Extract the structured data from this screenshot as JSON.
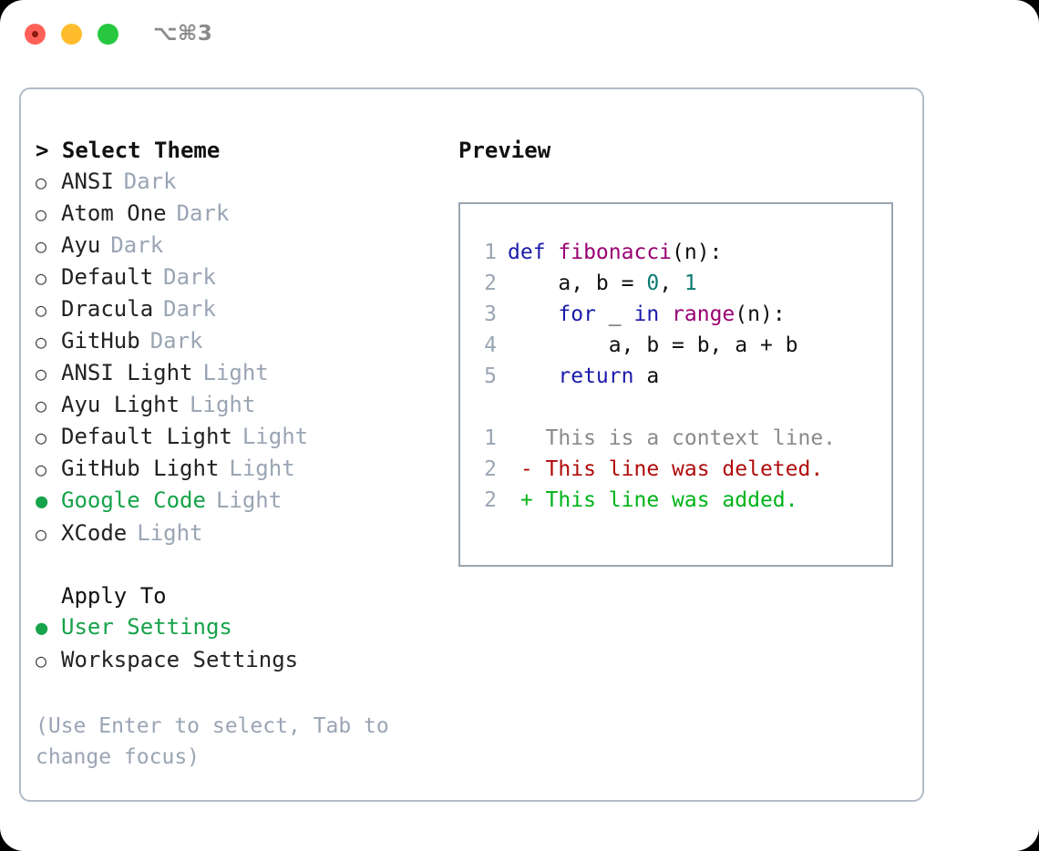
{
  "window": {
    "shortcut": "⌥⌘3",
    "traffic_lights": [
      "close-button",
      "minimize-button",
      "maximize-button"
    ]
  },
  "theme_picker": {
    "heading": "> Select Theme",
    "options": [
      {
        "bullet": "○",
        "label": "ANSI",
        "badge": "Dark",
        "selected": false
      },
      {
        "bullet": "○",
        "label": "Atom One",
        "badge": "Dark",
        "selected": false
      },
      {
        "bullet": "○",
        "label": "Ayu",
        "badge": "Dark",
        "selected": false
      },
      {
        "bullet": "○",
        "label": "Default",
        "badge": "Dark",
        "selected": false
      },
      {
        "bullet": "○",
        "label": "Dracula",
        "badge": "Dark",
        "selected": false
      },
      {
        "bullet": "○",
        "label": "GitHub",
        "badge": "Dark",
        "selected": false
      },
      {
        "bullet": "○",
        "label": "ANSI Light",
        "badge": "Light",
        "selected": false
      },
      {
        "bullet": "○",
        "label": "Ayu Light",
        "badge": "Light",
        "selected": false
      },
      {
        "bullet": "○",
        "label": "Default Light",
        "badge": "Light",
        "selected": false
      },
      {
        "bullet": "○",
        "label": "GitHub Light",
        "badge": "Light",
        "selected": false
      },
      {
        "bullet": "●",
        "label": "Google Code",
        "badge": "Light",
        "selected": true
      },
      {
        "bullet": "○",
        "label": "XCode",
        "badge": "Light",
        "selected": false
      }
    ]
  },
  "apply_to": {
    "heading": "Apply To",
    "options": [
      {
        "bullet": "●",
        "label": "User Settings",
        "selected": true
      },
      {
        "bullet": "○",
        "label": "Workspace Settings",
        "selected": false
      }
    ]
  },
  "hint": "(Use Enter to select, Tab to change focus)",
  "preview": {
    "heading": "Preview",
    "code_lines": [
      {
        "num": "1",
        "tokens": [
          {
            "t": "def ",
            "c": "kw"
          },
          {
            "t": "fibonacci",
            "c": "fn"
          },
          {
            "t": "(n):",
            "c": "pln"
          }
        ]
      },
      {
        "num": "2",
        "tokens": [
          {
            "t": "    a, b = ",
            "c": "pln"
          },
          {
            "t": "0",
            "c": "num"
          },
          {
            "t": ", ",
            "c": "pln"
          },
          {
            "t": "1",
            "c": "num"
          }
        ]
      },
      {
        "num": "3",
        "tokens": [
          {
            "t": "    ",
            "c": "pln"
          },
          {
            "t": "for",
            "c": "kw"
          },
          {
            "t": " _ ",
            "c": "pln"
          },
          {
            "t": "in",
            "c": "kw"
          },
          {
            "t": " ",
            "c": "pln"
          },
          {
            "t": "range",
            "c": "fn"
          },
          {
            "t": "(n):",
            "c": "pln"
          }
        ]
      },
      {
        "num": "4",
        "tokens": [
          {
            "t": "        a, b = b, a + b",
            "c": "pln"
          }
        ]
      },
      {
        "num": "5",
        "tokens": [
          {
            "t": "    ",
            "c": "pln"
          },
          {
            "t": "return",
            "c": "kw"
          },
          {
            "t": " a",
            "c": "pln"
          }
        ]
      }
    ],
    "diff_lines": [
      {
        "num": "1",
        "tokens": [
          {
            "t": "   This is a context line.",
            "c": "ctx"
          }
        ]
      },
      {
        "num": "2",
        "tokens": [
          {
            "t": " - This line was deleted.",
            "c": "del"
          }
        ]
      },
      {
        "num": "2",
        "tokens": [
          {
            "t": " + This line was added.",
            "c": "add"
          }
        ]
      }
    ]
  },
  "colors": {
    "accent_green": "#16a34a",
    "muted": "#9aa5b4",
    "border": "#b3bcc8",
    "preview_border": "#9aa5b1",
    "keyword": "#1a1aab",
    "function": "#990073",
    "number": "#0a7a72",
    "diff_deleted": "#b00b0b",
    "diff_added": "#00b31a"
  }
}
